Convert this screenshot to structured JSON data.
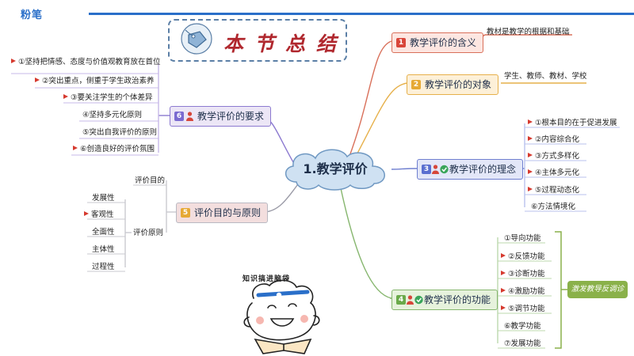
{
  "header": {
    "logo": "粉笔"
  },
  "summary_title": "本节总结",
  "center": {
    "label": "1.教学评价"
  },
  "cartoon_caption": "知识搞进脑袋",
  "icons": [
    "tag-icon",
    "person-icon",
    "check-icon",
    "flag-icon",
    "cloud-shape",
    "cartoon-character"
  ],
  "colors": {
    "accent_blue": "#2a6fc9",
    "flag_red": "#d63a2f",
    "pill_green": "#8ab14a"
  },
  "nodes": {
    "meaning": {
      "label": "教学评价的含义",
      "num": "1",
      "leaf": "教材是教学的根据和基础"
    },
    "objects": {
      "label": "教学评价的对象",
      "num": "2",
      "leaf": "学生、教师、教材、学校"
    },
    "concepts": {
      "label": "教学评价的理念",
      "num": "3",
      "leaves": [
        "①根本目的在于促进发展",
        "②内容综合化",
        "③方式多样化",
        "④主体多元化",
        "⑤过程动态化",
        "⑥方法情境化"
      ]
    },
    "functions": {
      "label": "教学评价的功能",
      "num": "4",
      "leaves": [
        "①导向功能",
        "②反馈功能",
        "③诊断功能",
        "④激励功能",
        "⑤调节功能",
        "⑥教学功能",
        "⑦发展功能"
      ],
      "group_label": "激发教导反调诊"
    },
    "requirements": {
      "label": "教学评价的要求",
      "num": "6",
      "leaves": [
        "①坚持把情感、态度与价值观教育放在首位",
        "②突出重点，侧重于学生政治素养",
        "③要关注学生的个体差异",
        "④坚持多元化原则",
        "⑤突出自我评价的原则",
        "⑥创造良好的评价氛围"
      ]
    },
    "purpose": {
      "label": "评价目的与原则",
      "num": "5",
      "sub": [
        "评价目的",
        "评价原则"
      ],
      "principles": [
        "发展性",
        "客观性",
        "全面性",
        "主体性",
        "过程性"
      ]
    }
  }
}
